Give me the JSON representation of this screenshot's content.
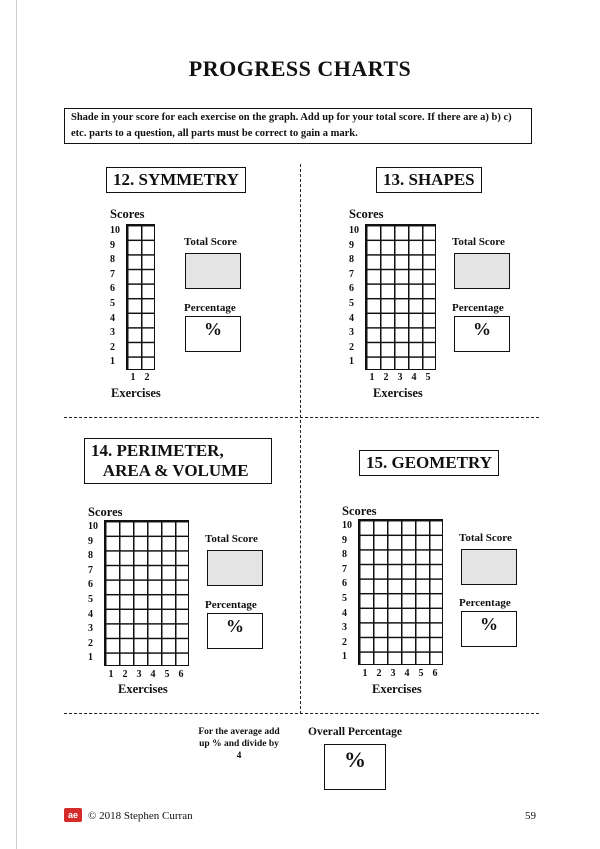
{
  "title": "PROGRESS CHARTS",
  "instructions": "Shade in your score for each exercise on the graph.  Add up for your total score. If there are a) b) c) etc. parts to a question, all parts must be correct to gain a mark.",
  "common": {
    "scores_label": "Scores",
    "exercises_label": "Exercises",
    "total_score_label": "Total Score",
    "percentage_label": "Percentage",
    "percent_sign": "%",
    "y_ticks": [
      "10",
      "9",
      "8",
      "7",
      "6",
      "5",
      "4",
      "3",
      "2",
      "1"
    ]
  },
  "sections": [
    {
      "title": "12. SYMMETRY",
      "exercises": [
        "1",
        "2"
      ]
    },
    {
      "title": "13. SHAPES",
      "exercises": [
        "1",
        "2",
        "3",
        "4",
        "5"
      ]
    },
    {
      "title": "14. PERIMETER,\n   AREA & VOLUME",
      "exercises": [
        "1",
        "2",
        "3",
        "4",
        "5",
        "6"
      ]
    },
    {
      "title": "15. GEOMETRY",
      "exercises": [
        "1",
        "2",
        "3",
        "4",
        "5",
        "6"
      ]
    }
  ],
  "average_note": "For the average add up % and divide by 4",
  "overall_label": "Overall Percentage",
  "overall_percent_sign": "%",
  "footer": {
    "logo_text": "ae",
    "copyright": "© 2018  Stephen Curran",
    "page_number": "59"
  }
}
